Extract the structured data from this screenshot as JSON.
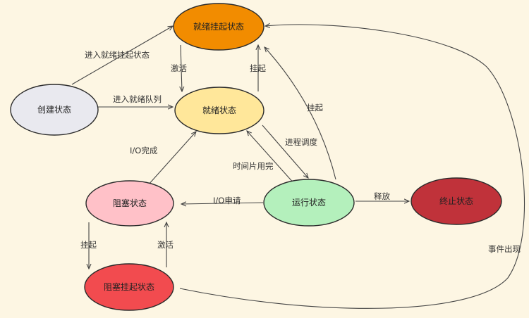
{
  "nodes": {
    "ready_suspended": {
      "label": "就绪挂起状态",
      "color": "#f28c00"
    },
    "created": {
      "label": "创建状态",
      "color": "#e9e9ef"
    },
    "ready": {
      "label": "就绪状态",
      "color": "#ffe79a"
    },
    "blocked": {
      "label": "阻塞状态",
      "color": "#ffc1c8"
    },
    "running": {
      "label": "运行状态",
      "color": "#b4f0bc"
    },
    "terminated": {
      "label": "终止状态",
      "color": "#c0323a"
    },
    "blocked_suspended": {
      "label": "阻塞挂起状态",
      "color": "#f24b4f"
    }
  },
  "edges": {
    "create_to_ready_suspended": "进入就绪挂起状态",
    "create_to_ready": "进入就绪队列",
    "activate_ready": "激活",
    "suspend_ready": "挂起",
    "suspend_running": "挂起",
    "dispatch": "进程调度",
    "timeslice": "时间片用完",
    "io_done": "I/O完成",
    "io_request": "I/O申请",
    "release": "释放",
    "suspend_blocked": "挂起",
    "activate_blocked": "激活",
    "event_occurs": "事件出现"
  }
}
